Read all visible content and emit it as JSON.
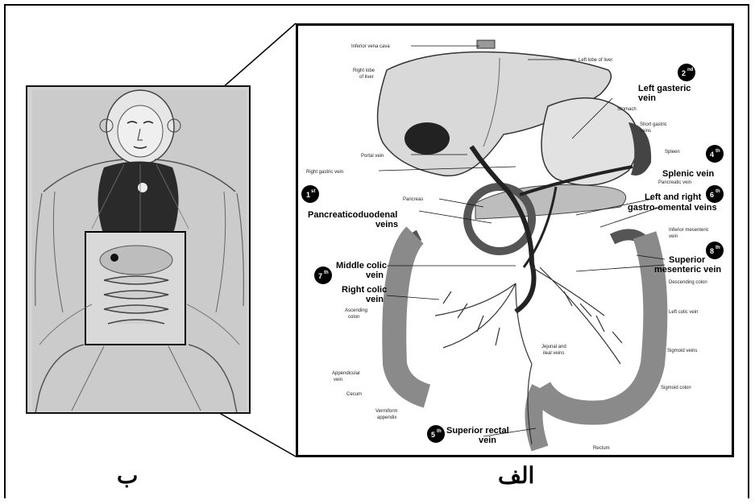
{
  "captions": {
    "left": "ب",
    "right": "الف"
  },
  "badges": [
    {
      "num": "1",
      "sup": "st"
    },
    {
      "num": "2",
      "sup": "nd"
    },
    {
      "num": "4",
      "sup": "th"
    },
    {
      "num": "5",
      "sup": "th"
    },
    {
      "num": "6",
      "sup": "th"
    },
    {
      "num": "7",
      "sup": "th"
    },
    {
      "num": "8",
      "sup": "th"
    }
  ],
  "bold_labels": {
    "left_gasteric_1": "Left gasteric",
    "left_gasteric_2": "vein",
    "splenic": "Splenic vein",
    "left_right_1": "Left and right",
    "left_right_2": "gastro-omental veins",
    "pancreatico_1": "Pancreaticoduodenal",
    "pancreatico_2": "veins",
    "middle_colic_1": "Middle colic",
    "middle_colic_2": "vein",
    "right_colic_1": "Right colic",
    "right_colic_2": "vein",
    "superior_mes_1": "Superior",
    "superior_mes_2": "mesenteric vein",
    "superior_rectal_1": "Superior rectal",
    "superior_rectal_2": "vein"
  },
  "small_labels": {
    "inferior_vena_cava": "Inferior vena cava",
    "left_lobe": "Left lobe of liver",
    "right_lobe_1": "Right lobe",
    "right_lobe_2": "of liver",
    "stomach": "Stomach",
    "short_gastric_1": "Short gastric",
    "short_gastric_2": "veins",
    "spleen": "Spleen",
    "portal_vein": "Portal vein",
    "right_gastric": "Right gastric vein",
    "pancreatic_vein": "Pancreatic vein",
    "pancreas": "Pancreas",
    "inferior_mes_1": "Inferior mesenteric",
    "inferior_mes_2": "vein",
    "descending_colon": "Descending colon",
    "ascending_colon_1": "Ascending",
    "ascending_colon_2": "colon",
    "left_colic": "Left colic vein",
    "jejunal_1": "Jejunal and",
    "jejunal_2": "ileal veins",
    "sigmoid_veins": "Sigmoid veins",
    "appendicular_1": "Appendicular",
    "appendicular_2": "vein",
    "cecum": "Cecum",
    "sigmoid_colon": "Sigmoid colon",
    "vermiform_1": "Vermiform",
    "vermiform_2": "appendix",
    "rectum": "Rectum"
  }
}
